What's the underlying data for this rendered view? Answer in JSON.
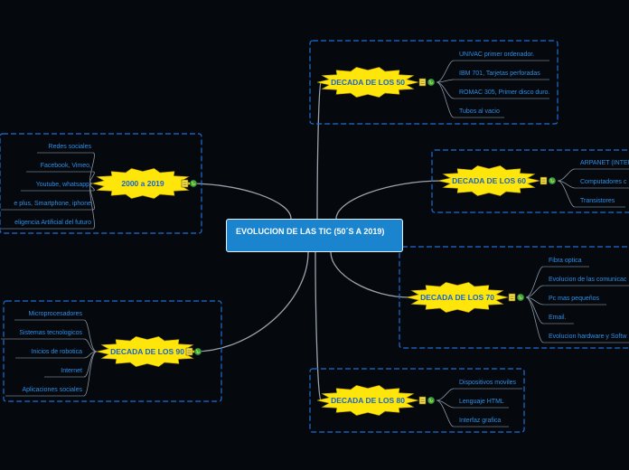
{
  "root": {
    "title": "EVOLUCION DE LAS TIC (50´S A 2019)"
  },
  "branches": [
    {
      "id": "d50",
      "label": "DECADA DE LOS 50",
      "leaves": [
        "UNIVAC primer ordenador.",
        "IBM 701, Tarjetas perforadas",
        "ROMAC 305, Primer disco duro.",
        "Tubos al vacio"
      ]
    },
    {
      "id": "d60",
      "label": "DECADA DE LOS 60",
      "leaves": [
        "ARPANET (INTER",
        "Computadores c",
        "Transistores"
      ]
    },
    {
      "id": "d70",
      "label": "DECADA DE LOS 70",
      "leaves": [
        "Fibra optica",
        "Evolucion de las comunicac",
        "Pc mas pequeños",
        "Email.",
        "Evolucion hardware y Softw"
      ]
    },
    {
      "id": "d80",
      "label": "DECADA DE LOS 80",
      "leaves": [
        "Dispositivos moviles",
        "Lenguaje HTML",
        "Interfaz grafica"
      ]
    },
    {
      "id": "d90",
      "label": "DECADA DE LOS 90",
      "leaves": [
        "Microprocesadores",
        "Sistemas tecnologicos",
        "Inicios de robotica",
        "Internet",
        "Aplicaciones sociales"
      ]
    },
    {
      "id": "d2000",
      "label": "2000 a 2019",
      "leaves": [
        "Redes sociales",
        "Facebook, Vimeo,",
        "Youtube, whatsapp.",
        "e plus, Smartphone, iphone",
        "eligencia Artificial del futuro"
      ]
    }
  ],
  "colors": {
    "background": "#05080d",
    "root_fill": "#1a84cf",
    "branch_fill": "#ffe60a",
    "branch_text": "#1a64c8",
    "leaf_text": "#2f8fe6",
    "dashed_border": "#1f6fd6",
    "connector": "#9aa3ad"
  },
  "icons": [
    "note-icon",
    "globe-icon"
  ]
}
